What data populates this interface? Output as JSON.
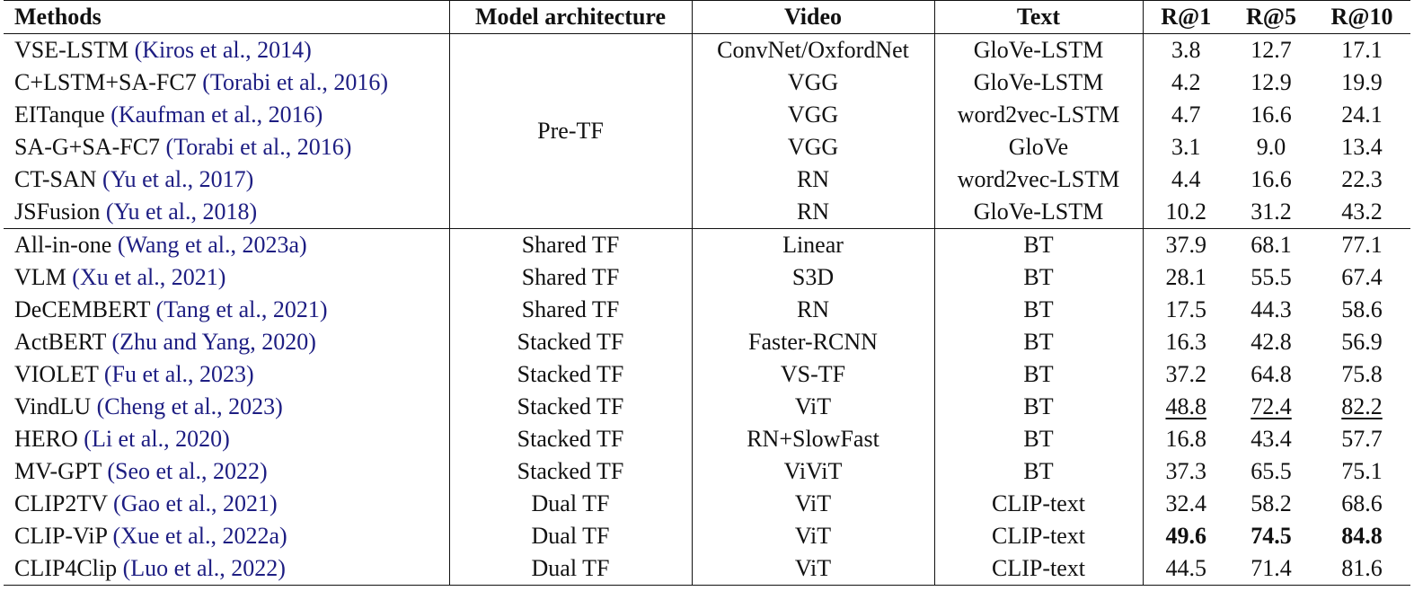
{
  "table": {
    "headers": [
      "Methods",
      "Model architecture",
      "Video",
      "Text",
      "R@1",
      "R@5",
      "R@10"
    ],
    "groups": [
      {
        "architecture": "Pre-TF",
        "rows": [
          {
            "method": "VSE-LSTM",
            "cite": "(Kiros et al., 2014)",
            "video": "ConvNet/OxfordNet",
            "text": "GloVe-LSTM",
            "r1": "3.8",
            "r5": "12.7",
            "r10": "17.1"
          },
          {
            "method": "C+LSTM+SA-FC7",
            "cite": "(Torabi et al., 2016)",
            "video": "VGG",
            "text": "GloVe-LSTM",
            "r1": "4.2",
            "r5": "12.9",
            "r10": "19.9"
          },
          {
            "method": "EITanque",
            "cite": "(Kaufman et al., 2016)",
            "video": "VGG",
            "text": "word2vec-LSTM",
            "r1": "4.7",
            "r5": "16.6",
            "r10": "24.1"
          },
          {
            "method": "SA-G+SA-FC7",
            "cite": "(Torabi et al., 2016)",
            "video": "VGG",
            "text": "GloVe",
            "r1": "3.1",
            "r5": "9.0",
            "r10": "13.4"
          },
          {
            "method": "CT-SAN",
            "cite": "(Yu et al., 2017)",
            "video": "RN",
            "text": "word2vec-LSTM",
            "r1": "4.4",
            "r5": "16.6",
            "r10": "22.3"
          },
          {
            "method": "JSFusion",
            "cite": "(Yu et al., 2018)",
            "video": "RN",
            "text": "GloVe-LSTM",
            "r1": "10.2",
            "r5": "31.2",
            "r10": "43.2"
          }
        ]
      },
      {
        "rows": [
          {
            "method": "All-in-one",
            "cite": "(Wang et al., 2023a)",
            "arch": "Shared TF",
            "video": "Linear",
            "text": "BT",
            "r1": "37.9",
            "r5": "68.1",
            "r10": "77.1"
          },
          {
            "method": "VLM",
            "cite": "(Xu et al., 2021)",
            "arch": "Shared TF",
            "video": "S3D",
            "text": "BT",
            "r1": "28.1",
            "r5": "55.5",
            "r10": "67.4"
          },
          {
            "method": "DeCEMBERT",
            "cite": "(Tang et al., 2021)",
            "arch": "Shared TF",
            "video": "RN",
            "text": "BT",
            "r1": "17.5",
            "r5": "44.3",
            "r10": "58.6"
          },
          {
            "method": "ActBERT",
            "cite": "(Zhu and Yang, 2020)",
            "arch": "Stacked TF",
            "video": "Faster-RCNN",
            "text": "BT",
            "r1": "16.3",
            "r5": "42.8",
            "r10": "56.9"
          },
          {
            "method": "VIOLET",
            "cite": "(Fu et al., 2023)",
            "arch": "Stacked TF",
            "video": "VS-TF",
            "text": "BT",
            "r1": "37.2",
            "r5": "64.8",
            "r10": "75.8"
          },
          {
            "method": "VindLU",
            "cite": "(Cheng et al., 2023)",
            "arch": "Stacked TF",
            "video": "ViT",
            "text": "BT",
            "r1": "48.8",
            "r5": "72.4",
            "r10": "82.2",
            "style": "second"
          },
          {
            "method": "HERO",
            "cite": "(Li et al., 2020)",
            "arch": "Stacked TF",
            "video": "RN+SlowFast",
            "text": "BT",
            "r1": "16.8",
            "r5": "43.4",
            "r10": "57.7"
          },
          {
            "method": "MV-GPT",
            "cite": "(Seo et al., 2022)",
            "arch": "Stacked TF",
            "video": "ViViT",
            "text": "BT",
            "r1": "37.3",
            "r5": "65.5",
            "r10": "75.1"
          },
          {
            "method": "CLIP2TV",
            "cite": "(Gao et al., 2021)",
            "arch": "Dual TF",
            "video": "ViT",
            "text": "CLIP-text",
            "r1": "32.4",
            "r5": "58.2",
            "r10": "68.6"
          },
          {
            "method": "CLIP-ViP",
            "cite": "(Xue et al., 2022a)",
            "arch": "Dual TF",
            "video": "ViT",
            "text": "CLIP-text",
            "r1": "49.6",
            "r5": "74.5",
            "r10": "84.8",
            "style": "best"
          },
          {
            "method": "CLIP4Clip",
            "cite": "(Luo et al., 2022)",
            "arch": "Dual TF",
            "video": "ViT",
            "text": "CLIP-text",
            "r1": "44.5",
            "r5": "71.4",
            "r10": "81.6"
          }
        ]
      }
    ]
  },
  "colors": {
    "citation": "#1d1d82",
    "text": "#111111",
    "rule": "#111111"
  }
}
